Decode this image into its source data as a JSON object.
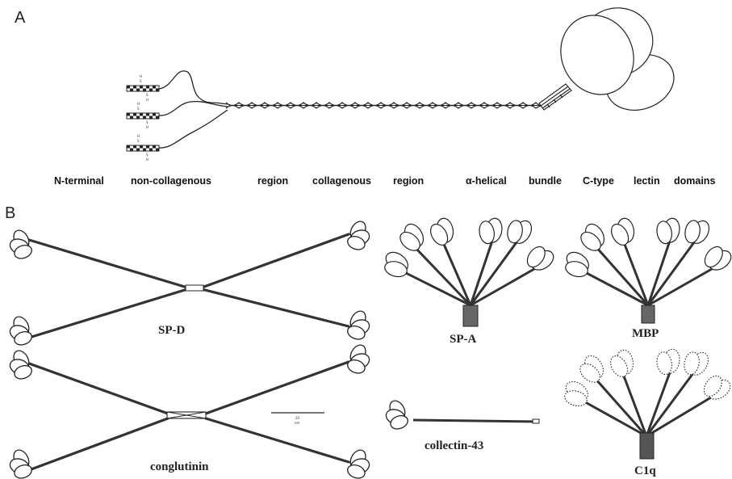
{
  "panels": {
    "a": {
      "letter": "A"
    },
    "b": {
      "letter": "B"
    }
  },
  "domain_labels": {
    "n_terminal": "N-terminal",
    "non_collagenous": "non-collagenous",
    "region_1": "region",
    "collagenous": "collagenous",
    "region_2": "region",
    "alpha_helical": "α-helical",
    "bundle": "bundle",
    "c_type": "C-type",
    "lectin": "lectin",
    "domains": "domains"
  },
  "disulfide_labels": {
    "h": "H",
    "s": "S"
  },
  "molecules": {
    "sp_d": "SP-D",
    "conglutinin": "conglutinin",
    "sp_a": "SP-A",
    "mbp": "MBP",
    "collectin_43": "collectin-43",
    "c1q": "C1q"
  },
  "scale_bar": {
    "value": "20",
    "unit": "nm"
  }
}
